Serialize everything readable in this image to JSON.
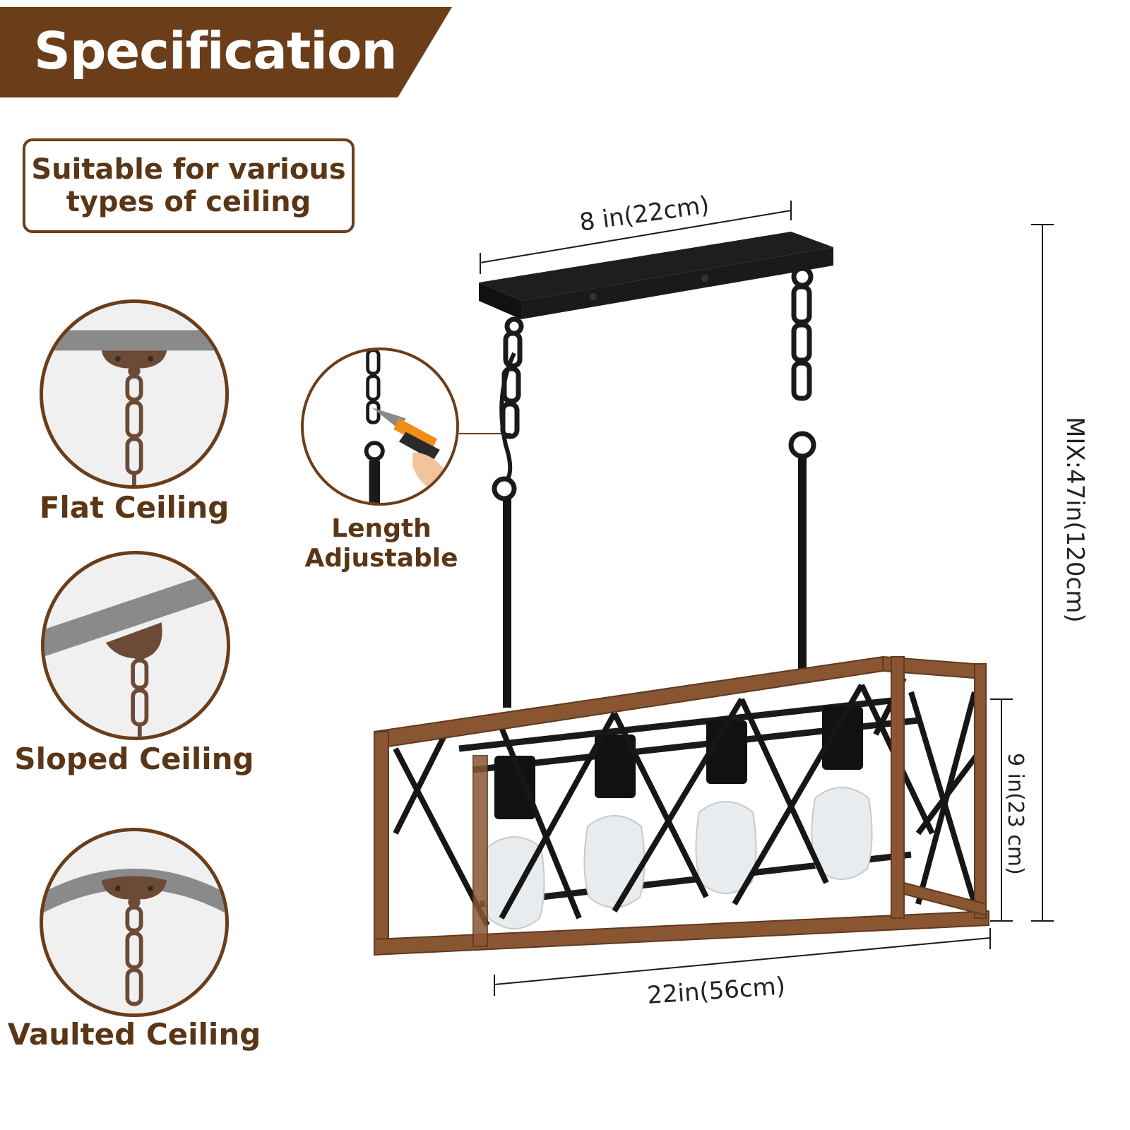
{
  "banner": {
    "title": "Specification"
  },
  "ceiling_box": {
    "text": "Suitable for various\ntypes of ceiling"
  },
  "ceiling_types": [
    {
      "label": "Flat Ceiling"
    },
    {
      "label": "Sloped Ceiling"
    },
    {
      "label": "Vaulted Ceiling"
    }
  ],
  "adjust": {
    "line1": "Length",
    "line2": "Adjustable"
  },
  "dimensions": {
    "canopy_width": "8 in(22cm)",
    "body_length": "22in(56cm)",
    "body_height": "9 in(23 cm)",
    "max_height": "MIX:47in(120cm)"
  },
  "colors": {
    "brown": "#6b3d19",
    "wood": "#8a5632",
    "metal": "#1a1a1a",
    "ceiling_gray": "#8a8a8a"
  }
}
